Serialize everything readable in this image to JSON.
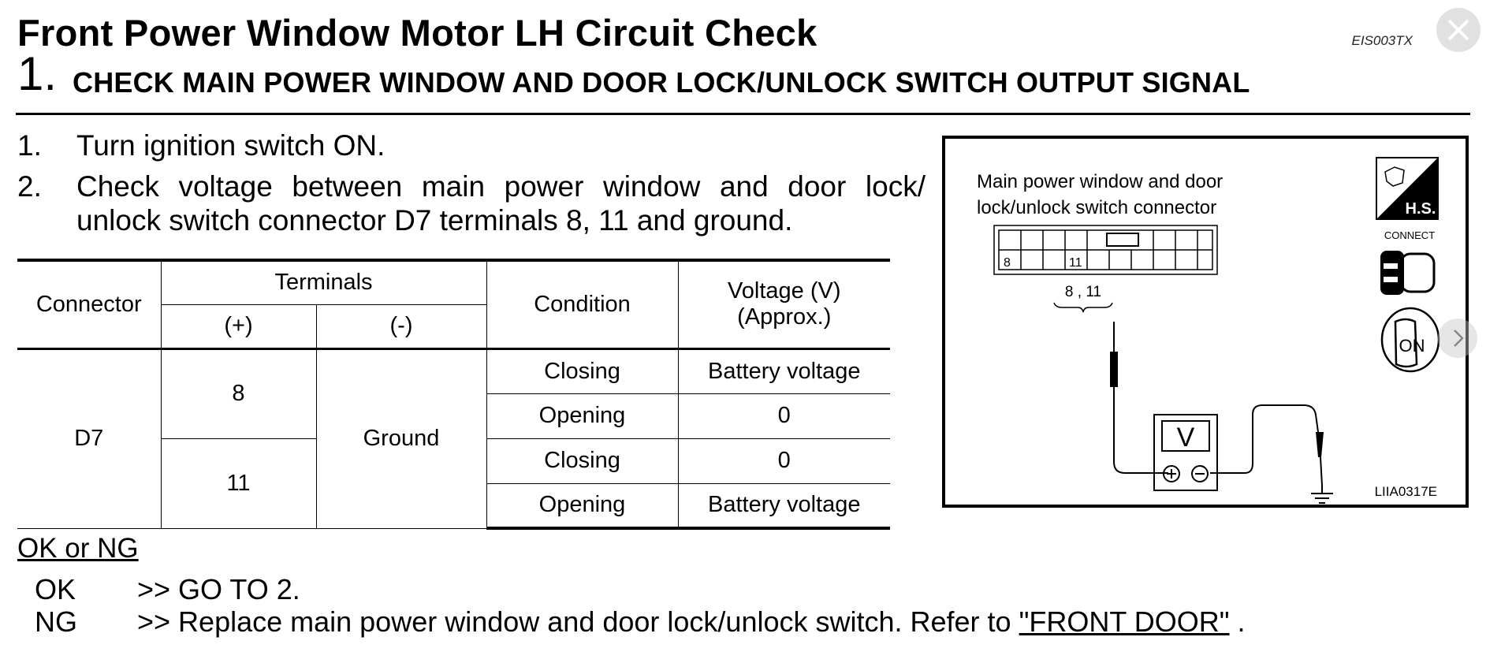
{
  "header": {
    "title": "Front Power Window Motor LH Circuit Check",
    "doc_code": "EIS003TX",
    "step_number": "1.",
    "step_title": "CHECK MAIN POWER WINDOW AND DOOR LOCK/UNLOCK SWITCH OUTPUT SIGNAL"
  },
  "instructions": [
    {
      "num": "1.",
      "text": "Turn ignition switch ON."
    },
    {
      "num": "2.",
      "text": "Check voltage between main power window and door lock/ unlock switch connector D7 terminals 8, 11 and ground."
    }
  ],
  "table": {
    "headers": {
      "connector": "Connector",
      "terminals": "Terminals",
      "plus": "(+)",
      "minus": "(-)",
      "condition": "Condition",
      "voltage": "Voltage (V)",
      "approx": "(Approx.)"
    },
    "connector": "D7",
    "ground": "Ground",
    "rows": [
      {
        "terminal": "8",
        "condition": "Closing",
        "voltage": "Battery voltage"
      },
      {
        "terminal": "",
        "condition": "Opening",
        "voltage": "0"
      },
      {
        "terminal": "11",
        "condition": "Closing",
        "voltage": "0"
      },
      {
        "terminal": "",
        "condition": "Opening",
        "voltage": "Battery voltage"
      }
    ]
  },
  "result": {
    "title": "OK or NG",
    "ok_key": "OK",
    "ok_text": ">> GO TO 2.",
    "ng_key": "NG",
    "ng_text": ">> Replace main power window and door lock/unlock switch. Refer to",
    "ng_link": "\"FRONT DOOR\"",
    "ng_end": "."
  },
  "diagram": {
    "label_line1": "Main power window and door",
    "label_line2": "lock/unlock switch connector",
    "pin_8": "8",
    "pin_11": "11",
    "pins_label": "8 , 11",
    "meter": "V",
    "hs_label": "H.S.",
    "connect_label": "CONNECT",
    "on_label": "ON",
    "figure_code": "LIIA0317E"
  },
  "nav": {
    "close_icon": "close-icon",
    "next_icon": "chevron-right-icon"
  }
}
